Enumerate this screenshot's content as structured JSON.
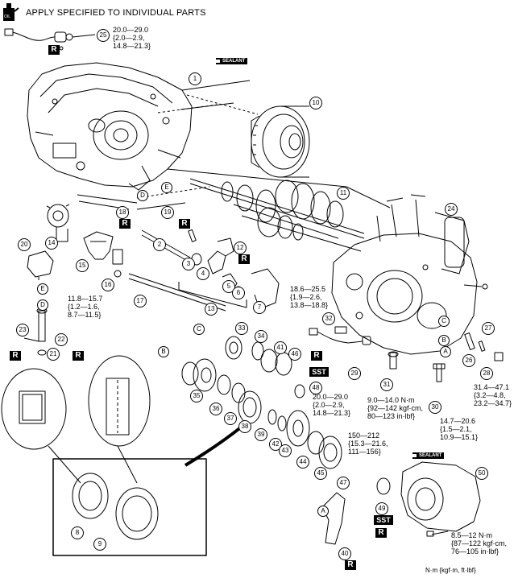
{
  "header": {
    "title": "APPLY SPECIFIED TO INDIVIDUAL PARTS",
    "oil_icon_label": "OIL",
    "icon": "oil-can-icon"
  },
  "callouts": [
    "1",
    "2",
    "3",
    "4",
    "5",
    "6",
    "7",
    "8",
    "9",
    "10",
    "11",
    "12",
    "13",
    "14",
    "15",
    "16",
    "17",
    "18",
    "19",
    "20",
    "21",
    "22",
    "23",
    "24",
    "25",
    "26",
    "27",
    "28",
    "29",
    "30",
    "31",
    "32",
    "33",
    "34",
    "35",
    "36",
    "37",
    "38",
    "39",
    "40",
    "41",
    "42",
    "43",
    "44",
    "45",
    "46",
    "47",
    "48",
    "49",
    "50"
  ],
  "letters": [
    "A",
    "B",
    "C",
    "D",
    "E"
  ],
  "torques": {
    "t25": [
      "20.0—29.0",
      "{2.0—2.9,",
      "14.8—21.3}"
    ],
    "t16": [
      "11.8—15.7",
      "{1.2—1.6,",
      "8.7—11.5}"
    ],
    "t18": [
      "18.6—25.5",
      "{1.9—2.6,",
      "13.8—18.8}"
    ],
    "t28": [
      "31.4—47.1",
      "{3.2—4.8,",
      "23.2—34.7}"
    ],
    "t29": [
      "20.0—29.0",
      "{2.0—2.9,",
      "14.8—21.3}"
    ],
    "t31": [
      "9.0—14.0 N·m",
      "{92—142 kgf·cm,",
      "80—123 in·lbf}"
    ],
    "t30": [
      "14.7—20.6",
      "{1.5—2.1,",
      "10.9—15.1}"
    ],
    "t48": [
      "150—212",
      "{15.3—21.6,",
      "111—156}"
    ],
    "t50": [
      "8.5—12 N·m",
      "{87—122 kgf·cm,",
      "76—105 in·lbf}"
    ]
  },
  "badges": {
    "r": "R",
    "sst": "SST",
    "sealant": "SEALANT"
  },
  "units_note": "N·m {kgf·m, ft·lbf}"
}
